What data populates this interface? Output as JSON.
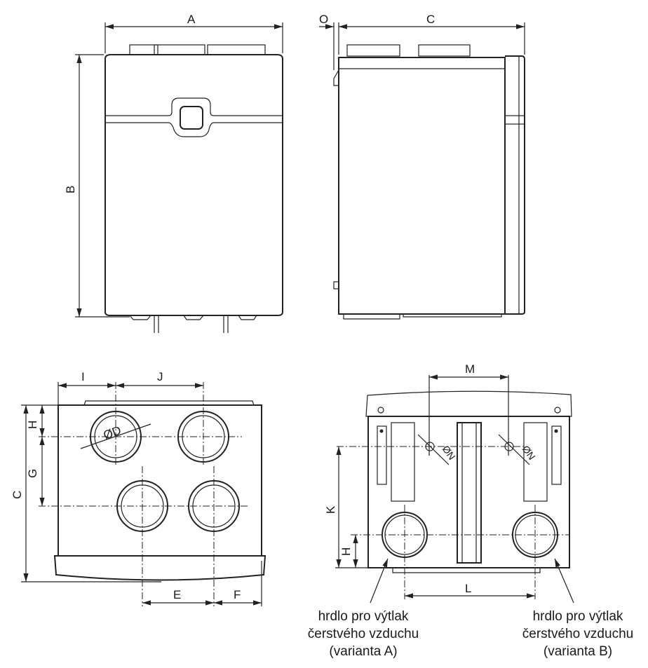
{
  "front_view": {
    "dim_width": "A",
    "dim_height": "B"
  },
  "side_view": {
    "dim_offset": "O",
    "dim_depth": "C"
  },
  "bottom_view_left": {
    "dim_i": "I",
    "dim_j": "J",
    "dim_h": "H",
    "dim_g": "G",
    "dim_c": "C",
    "dim_e": "E",
    "dim_f": "F",
    "diameter_label": "ØD"
  },
  "bottom_view_right": {
    "dim_m": "M",
    "dim_k": "K",
    "dim_h": "H",
    "dim_l": "L",
    "diameter_label_left": "ØN",
    "diameter_label_right": "ØN"
  },
  "captions": {
    "variant_a": [
      "hrdlo pro výtlak",
      "čerstvého vzduchu",
      "(varianta A)"
    ],
    "variant_b": [
      "hrdlo pro výtlak",
      "čerstvého vzduchu",
      "(varianta B)"
    ]
  }
}
